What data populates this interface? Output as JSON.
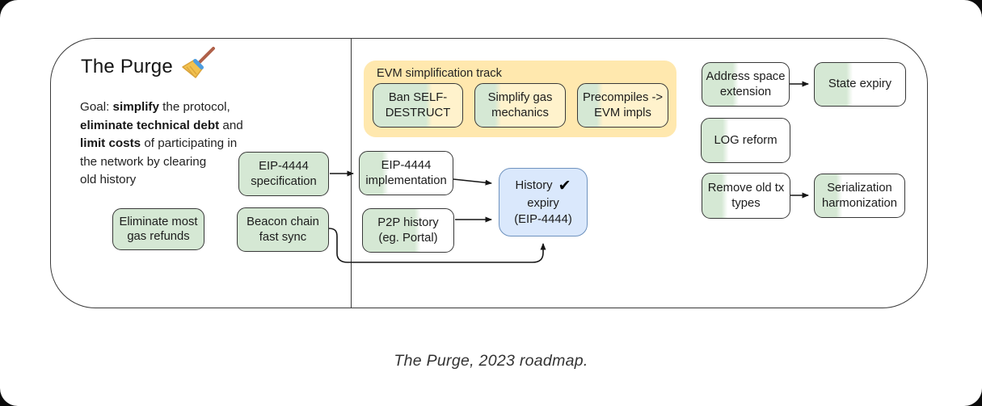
{
  "diagram": {
    "title": "The Purge",
    "title_icon": "broom-icon",
    "goal": {
      "parts": [
        {
          "text": "Goal: "
        },
        {
          "text": "simplify",
          "bold": true
        },
        {
          "text": " the protocol,\n"
        },
        {
          "text": "eliminate technical debt",
          "bold": true
        },
        {
          "text": " and\n"
        },
        {
          "text": "limit costs",
          "bold": true
        },
        {
          "text": " of participating in\nthe network by clearing\nold history"
        }
      ]
    },
    "track": {
      "label": "EVM simplification track"
    },
    "nodes": [
      {
        "id": "eip4444-specification",
        "label": "EIP-4444\nspecification",
        "progress": 1
      },
      {
        "id": "eliminate-most-gas-refunds",
        "label": "Eliminate most\ngas refunds",
        "progress": 1
      },
      {
        "id": "beacon-chain-fast-sync",
        "label": "Beacon chain\nfast sync",
        "progress": 1
      },
      {
        "id": "eip4444-implementation",
        "label": "EIP-4444\nimplementation",
        "progress": 0.27
      },
      {
        "id": "p2p-history",
        "label": "P2P history\n(eg. Portal)",
        "progress": 0.6
      },
      {
        "id": "ban-self-destruct",
        "label": "Ban SELF-\nDESTRUCT",
        "progress": 0.62
      },
      {
        "id": "simplify-gas-mechanics",
        "label": "Simplify gas\nmechanics",
        "progress": 0.25
      },
      {
        "id": "precompiles-to-evm-impls",
        "label": "Precompiles ->\nEVM impls",
        "progress": 0.24
      },
      {
        "id": "address-space-extension",
        "label": "Address space\nextension",
        "progress": 0.38
      },
      {
        "id": "state-expiry",
        "label": "State expiry",
        "progress": 0.38
      },
      {
        "id": "log-reform",
        "label": "LOG reform",
        "progress": 0.27
      },
      {
        "id": "remove-old-tx-types",
        "label": "Remove old tx\ntypes",
        "progress": 0.25
      },
      {
        "id": "serialization-harmonization",
        "label": "Serialization\nharmonization",
        "progress": 0.27
      },
      {
        "id": "history-expiry",
        "line1": "History",
        "check": "✔",
        "line2": "expiry",
        "line3": "(EIP-4444)"
      }
    ],
    "colors": {
      "progress_green": "#d5e8d4",
      "track_yellow_bg": "#ffe8ae",
      "track_item_yellow": "#fff2cc",
      "milestone_blue_bg": "#dae8fc",
      "milestone_blue_border": "#6e92be",
      "box_border": "#383838",
      "arrow": "#161616",
      "white": "#ffffff"
    }
  },
  "caption": "The Purge, 2023 roadmap."
}
